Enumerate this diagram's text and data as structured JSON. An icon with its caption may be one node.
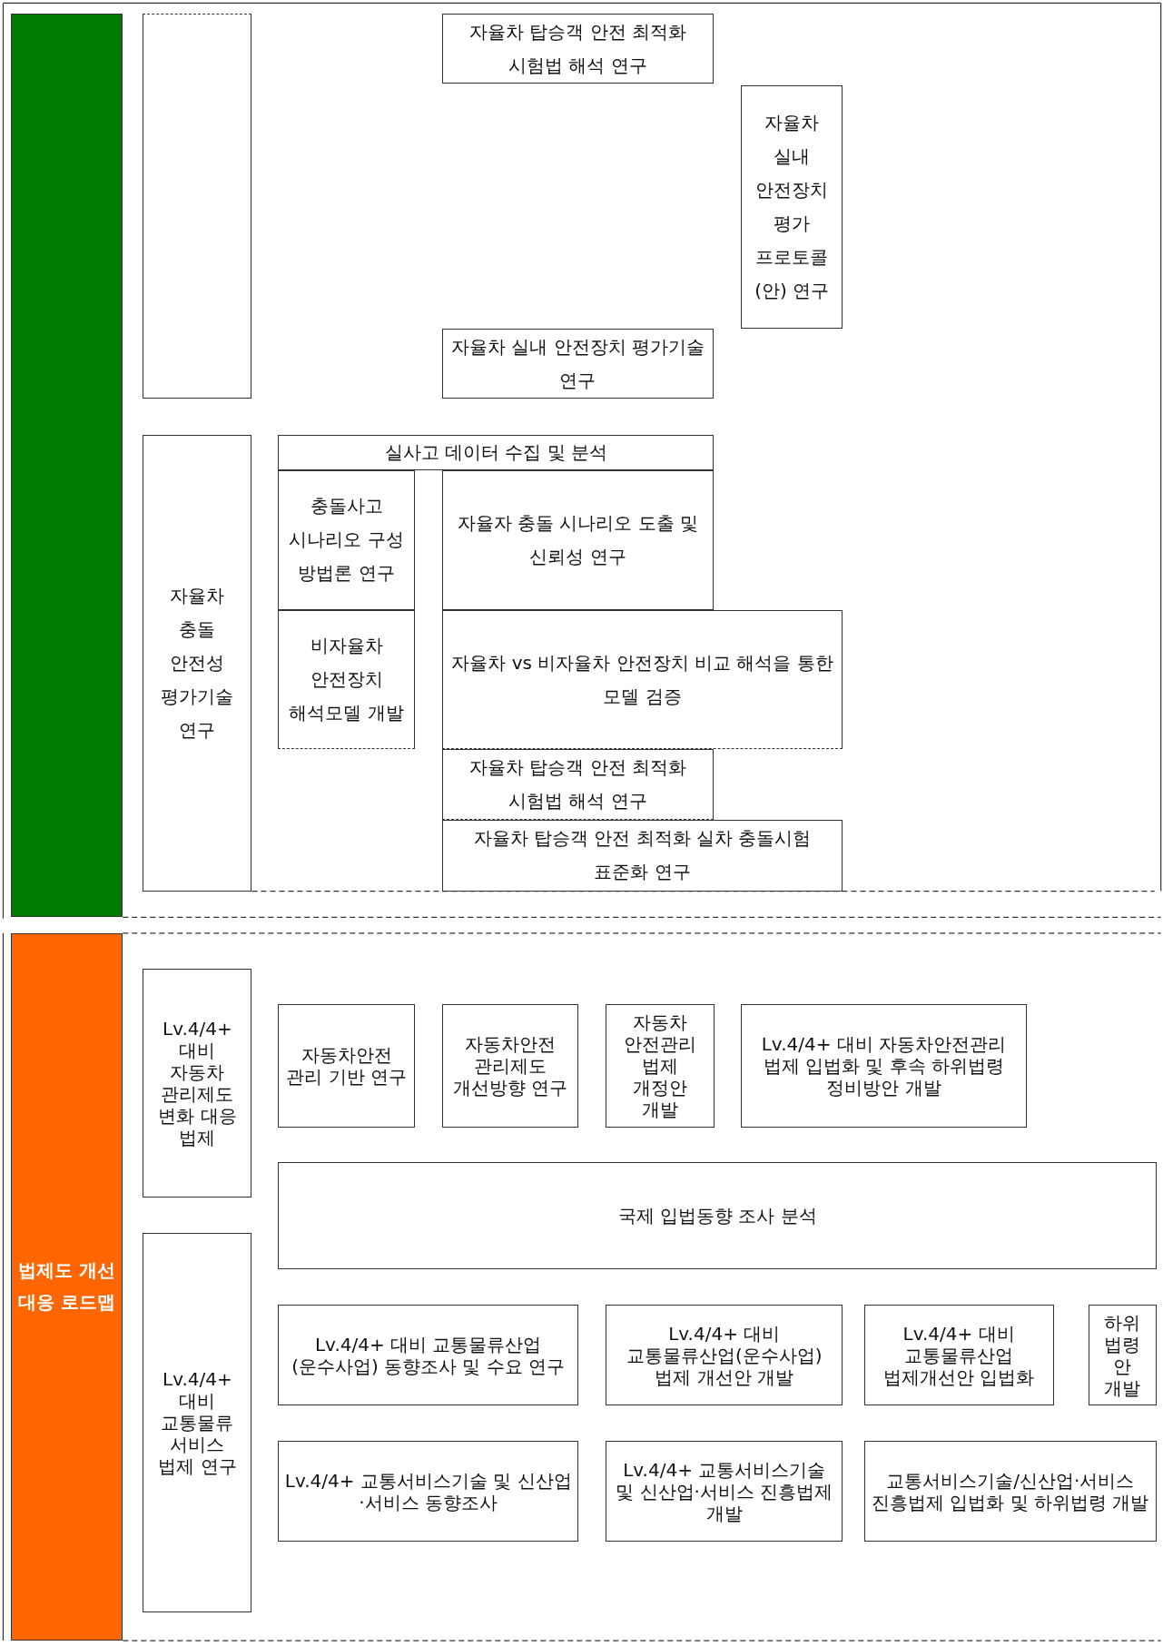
{
  "diagram": {
    "nodes": [
      {
        "text": [],
        "shape": "bar"
      },
      {
        "text": [],
        "shape": "box"
      },
      {
        "text": [
          "자율차 탑승객 안전 최적화 시험법 해석 연구"
        ]
      },
      {
        "text": [
          "자율차 실내 안전장치 평가 프로토콜 (안) 연구"
        ]
      },
      {
        "text": [
          "자율차 실내 안전장치 평가기술 연구"
        ]
      },
      {
        "text": [
          "자율차 충돌 안전성 평가기술 연구"
        ]
      },
      {
        "text": [
          "실사고 데이터 수집 및 분석"
        ]
      },
      {
        "text": [
          "충돌사고 시나리오 구성 방법론 연구"
        ]
      },
      {
        "text": [
          "자율자 충돌 시나리오 도출 및 신뢰성 연구"
        ]
      },
      {
        "text": [
          "비자율차 안전장치 해석모델 개발"
        ]
      },
      {
        "text": [
          "자율차 vs 비자율차 안전장치 비교 해석을 통한 모델 검증"
        ]
      },
      {
        "text": [
          "자율차 탑승객 안전 최적화 시험법 해석 연구"
        ]
      },
      {
        "text": [
          "자율차 탑승객 안전 최적화 실차 충돌시험 표준화 연구"
        ]
      },
      {
        "text": [
          "법제도 개선 대응 로드맵"
        ]
      },
      {
        "text": [
          "Lv.4/4+ 대비 자동차 관리제도 변화 대응 법제"
        ]
      },
      {
        "text": [
          "자동차안전 관리 기반 연구"
        ]
      },
      {
        "text": [
          "자동차안전 관리제도 개선방향 연구"
        ]
      },
      {
        "text": [
          "자동차 안전관리 법제 개정안 개발"
        ]
      },
      {
        "text": [
          "Lv.4/4+ 대비 자동차안전관리 법제 입법화 및 후속 하위법령 정비방안 개발"
        ]
      },
      {
        "text": [
          "국제 입법동향 조사 분석"
        ]
      },
      {
        "text": [
          "Lv.4/4+ 대비 교통물류 서비스 법제 연구"
        ]
      },
      {
        "text": [
          "Lv.4/4+ 대비 교통물류산업(운수사업) 동향조사 및 수요 연구"
        ]
      },
      {
        "text": [
          "Lv.4/4+ 대비 교통물류산업(운수사업) 법제 개선안 개발"
        ]
      },
      {
        "text": [
          "Lv.4/4+ 대비 교통물류산업 법제개선안 입법화"
        ]
      },
      {
        "text": [
          "하위 법령 안 개발"
        ]
      },
      {
        "text": [
          "Lv.4/4+ 교통서비스기술 및 신산업·서비스 동향조사"
        ]
      },
      {
        "text": [
          "Lv.4/4+ 교통서비스기술 및 신산업·서비스 진흥법제 개발"
        ]
      },
      {
        "text": [
          "교통서비스기술/신산업·서비스 진흥법제 입법화 및 하위법령 개발"
        ]
      }
    ]
  }
}
